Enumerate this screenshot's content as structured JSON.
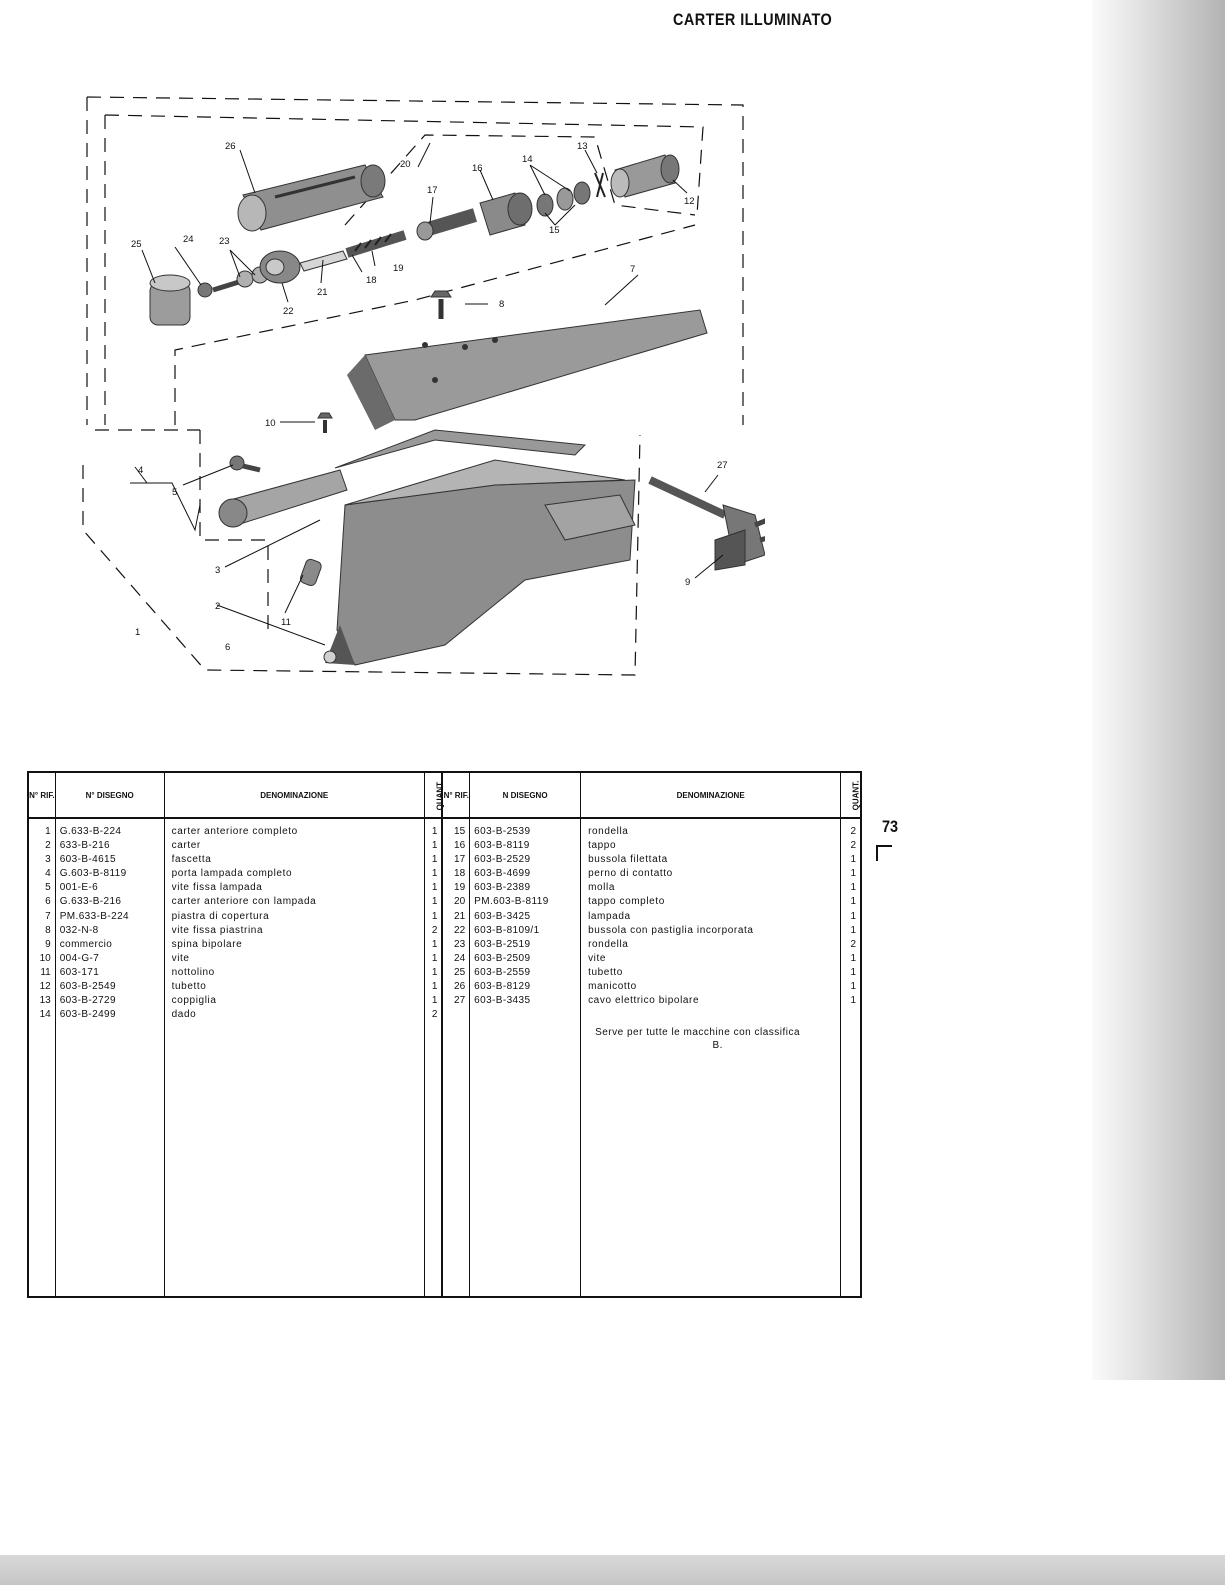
{
  "page": {
    "title": "CARTER ILLUMINATO",
    "page_number": "73"
  },
  "diagram": {
    "callouts": [
      "1",
      "2",
      "3",
      "4",
      "5",
      "6",
      "7",
      "8",
      "9",
      "10",
      "11",
      "12",
      "13",
      "14",
      "15",
      "16",
      "17",
      "18",
      "19",
      "20",
      "21",
      "22",
      "23",
      "24",
      "25",
      "26",
      "27"
    ]
  },
  "table": {
    "headers": {
      "rif": "N° RIF.",
      "disegno_left": "N° DISEGNO",
      "denominazione": "DENOMINAZIONE",
      "quant": "QUANT.",
      "disegno_right": "N DISEGNO"
    },
    "left_rows": [
      {
        "rif": "1",
        "disegno": "G.633-B-224",
        "den": "carter anteriore completo",
        "qty": "1"
      },
      {
        "rif": "2",
        "disegno": "633-B-216",
        "den": "carter",
        "qty": "1"
      },
      {
        "rif": "3",
        "disegno": "603-B-4615",
        "den": "fascetta",
        "qty": "1"
      },
      {
        "rif": "4",
        "disegno": "G.603-B-8119",
        "den": "porta lampada completo",
        "qty": "1"
      },
      {
        "rif": "5",
        "disegno": "001-E-6",
        "den": "vite fissa lampada",
        "qty": "1"
      },
      {
        "rif": "6",
        "disegno": "G.633-B-216",
        "den": "carter anteriore con lampada",
        "qty": "1"
      },
      {
        "rif": "7",
        "disegno": "PM.633-B-224",
        "den": "piastra di copertura",
        "qty": "1"
      },
      {
        "rif": "8",
        "disegno": "032-N-8",
        "den": "vite fissa piastrina",
        "qty": "2"
      },
      {
        "rif": "9",
        "disegno": "commercio",
        "den": "spina bipolare",
        "qty": "1"
      },
      {
        "rif": "10",
        "disegno": "004-G-7",
        "den": "vite",
        "qty": "1"
      },
      {
        "rif": "11",
        "disegno": "603-171",
        "den": "nottolino",
        "qty": "1"
      },
      {
        "rif": "12",
        "disegno": "603-B-2549",
        "den": "tubetto",
        "qty": "1"
      },
      {
        "rif": "13",
        "disegno": "603-B-2729",
        "den": "coppiglia",
        "qty": "1"
      },
      {
        "rif": "14",
        "disegno": "603-B-2499",
        "den": "dado",
        "qty": "2"
      }
    ],
    "right_rows": [
      {
        "rif": "15",
        "disegno": "603-B-2539",
        "den": "rondella",
        "qty": "2"
      },
      {
        "rif": "16",
        "disegno": "603-B-8119",
        "den": "tappo",
        "qty": "2"
      },
      {
        "rif": "17",
        "disegno": "603-B-2529",
        "den": "bussola filettata",
        "qty": "1"
      },
      {
        "rif": "18",
        "disegno": "603-B-4699",
        "den": "perno di contatto",
        "qty": "1"
      },
      {
        "rif": "19",
        "disegno": "603-B-2389",
        "den": "molla",
        "qty": "1"
      },
      {
        "rif": "20",
        "disegno": "PM.603-B-8119",
        "den": "tappo completo",
        "qty": "1"
      },
      {
        "rif": "21",
        "disegno": "603-B-3425",
        "den": "lampada",
        "qty": "1"
      },
      {
        "rif": "22",
        "disegno": "603-B-8109/1",
        "den": "bussola con pastiglia incorporata",
        "qty": "1"
      },
      {
        "rif": "23",
        "disegno": "603-B-2519",
        "den": "rondella",
        "qty": "2"
      },
      {
        "rif": "24",
        "disegno": "603-B-2509",
        "den": "vite",
        "qty": "1"
      },
      {
        "rif": "25",
        "disegno": "603-B-2559",
        "den": "tubetto",
        "qty": "1"
      },
      {
        "rif": "26",
        "disegno": "603-B-8129",
        "den": "manicotto",
        "qty": "1"
      },
      {
        "rif": "27",
        "disegno": "603-B-3435",
        "den": "cavo elettrico bipolare",
        "qty": "1"
      }
    ],
    "note_line1": "Serve per tutte le macchine con classifica",
    "note_line2": "B."
  }
}
